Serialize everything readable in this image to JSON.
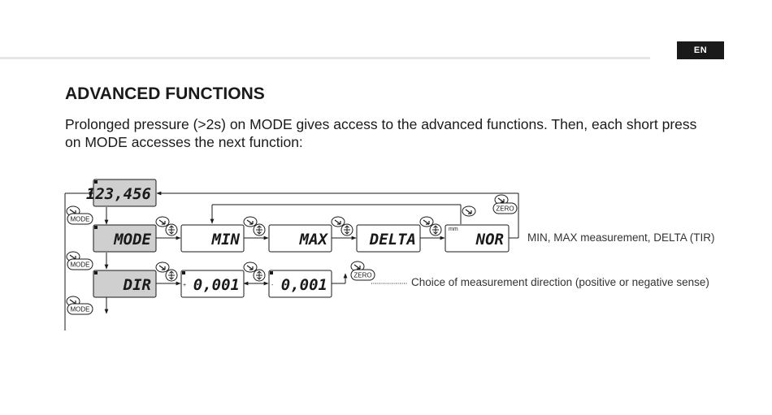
{
  "header": {
    "language": "EN"
  },
  "content": {
    "title": "ADVANCED FUNCTIONS",
    "intro": "Prolonged pressure (>2s) on MODE gives access to the advanced functions. Then, each short press on MODE accesses the next function:"
  },
  "diagram": {
    "displays": {
      "main": "123,456",
      "mode": "MODE",
      "min": "MIN",
      "max": "MAX",
      "delta": "DELTA",
      "nor": "NOR",
      "dir": "DIR",
      "pos": "0,001",
      "neg": "0,001"
    },
    "sign_plus": "+",
    "sign_minus": "-",
    "unit_mm": "mm",
    "key_mode": "MODE",
    "key_zero": "ZERO",
    "annotation_row1": "MIN, MAX measurement, DELTA (TIR)",
    "annotation_row2": "Choice of measurement direction (positive or negative sense)"
  }
}
